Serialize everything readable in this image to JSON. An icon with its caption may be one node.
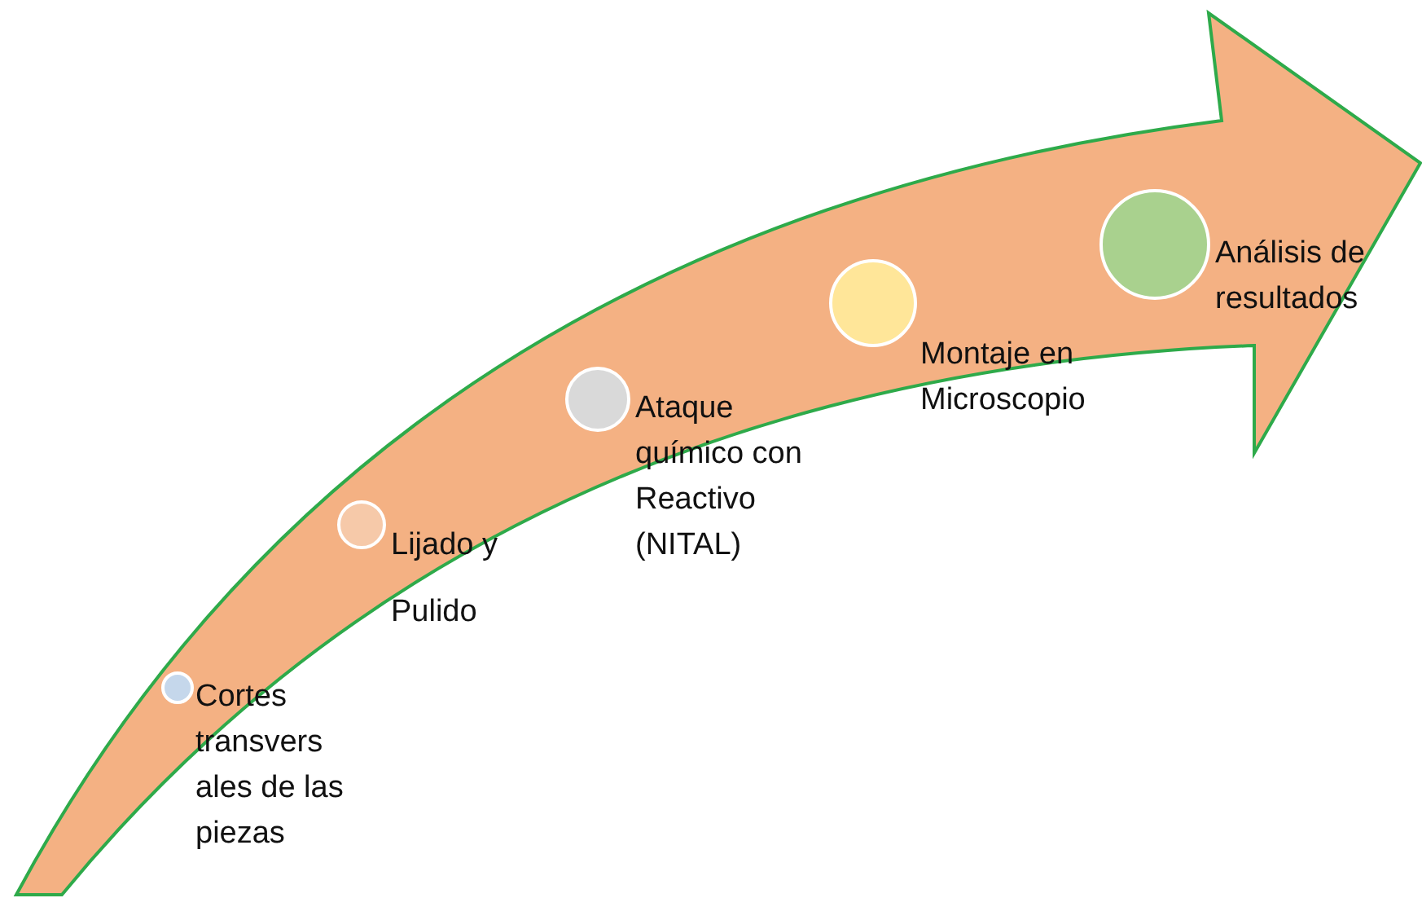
{
  "diagram": {
    "nodes": [
      {
        "text": [],
        "shape": "arrow"
      },
      {
        "text": [],
        "shape": "circle",
        "in": 0,
        "beside": [
          "Cortes transvers ales de las piezas"
        ]
      },
      {
        "text": [],
        "shape": "circle",
        "in": 0,
        "beside": [
          "Lijado y Pulido"
        ]
      },
      {
        "text": [],
        "shape": "circle",
        "in": 0,
        "beside": [
          "Ataque químico con Reactivo (NITAL)"
        ]
      },
      {
        "text": [],
        "shape": "circle",
        "in": 0,
        "beside": [
          "Montaje en Microscopio"
        ]
      },
      {
        "text": [],
        "shape": "circle",
        "in": 0,
        "beside": [
          "Análisis de resultados"
        ]
      }
    ]
  }
}
